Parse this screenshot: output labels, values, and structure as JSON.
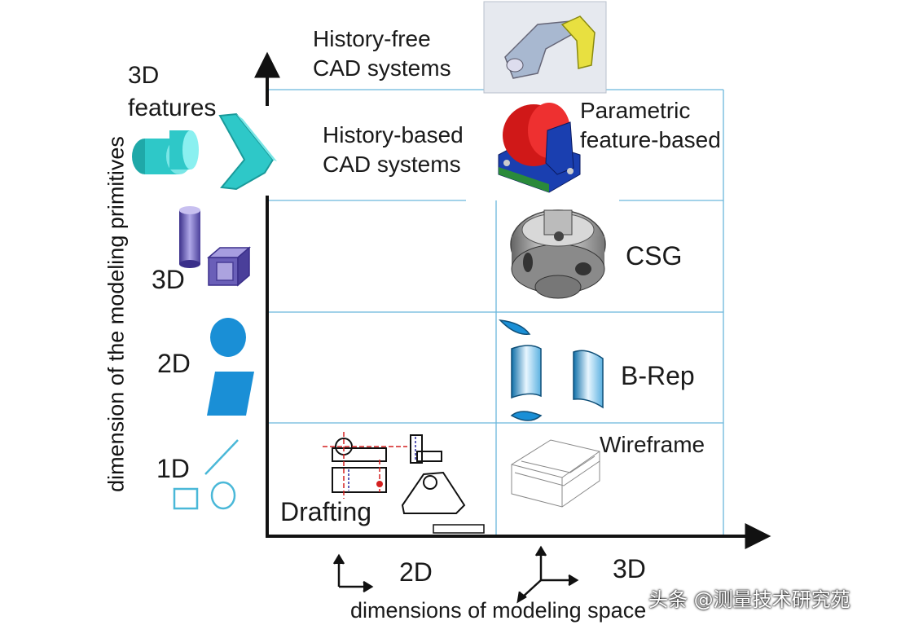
{
  "axes": {
    "y_label": "dimension of the modeling primitives",
    "x_label": "dimensions of modeling space",
    "x_ticks": [
      "2D",
      "3D"
    ]
  },
  "rows": {
    "features": "3D\nfeatures",
    "solid3d": "3D",
    "surface2d": "2D",
    "line1d": "1D"
  },
  "cells": {
    "history_free": "History-free\nCAD systems",
    "history_based": "History-based\nCAD systems",
    "parametric": "Parametric\nfeature-based",
    "csg": "CSG",
    "brep": "B-Rep",
    "wireframe": "Wireframe",
    "drafting": "Drafting"
  },
  "watermark": "头条 @测量技术研究苑",
  "colors": {
    "grid": "#6bb7dc",
    "cyan": "#2ec8c8",
    "purple": "#6a5fb8",
    "blue": "#1a8fd6",
    "red": "#d42020"
  }
}
